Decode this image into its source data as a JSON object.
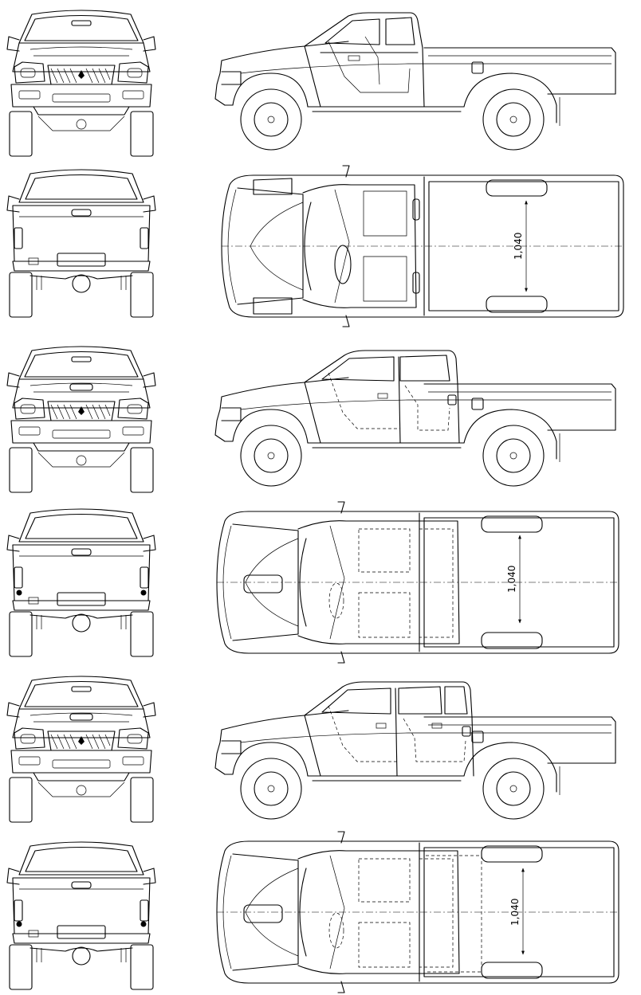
{
  "rows": [
    {
      "variant": "single-cab",
      "dimension_label": "1,040"
    },
    {
      "variant": "club-cab",
      "dimension_label": "1,040"
    },
    {
      "variant": "double-cab",
      "dimension_label": "1,040"
    }
  ],
  "colors": {
    "line": "#000000",
    "background": "#ffffff"
  }
}
